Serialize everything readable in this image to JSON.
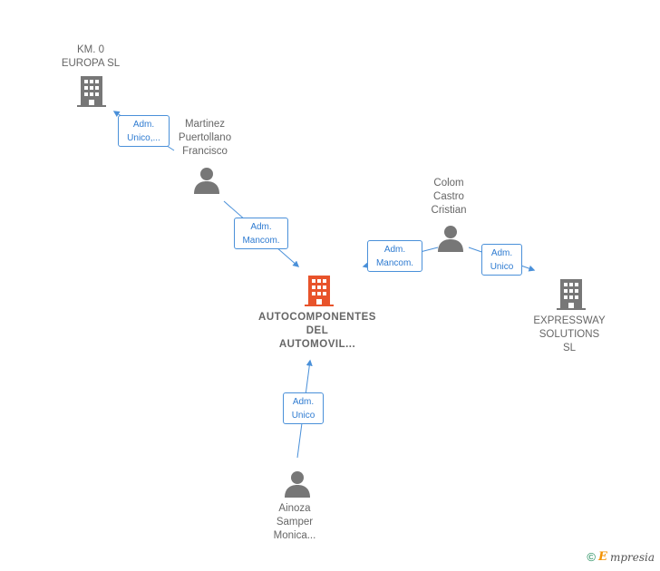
{
  "nodes": {
    "km0": {
      "label": "KM.  0\nEUROPA  SL",
      "type": "company"
    },
    "martinez": {
      "label": "Martinez\nPuertollano\nFrancisco",
      "type": "person"
    },
    "colom": {
      "label": "Colom\nCastro\nCristian",
      "type": "person"
    },
    "autocomponentes": {
      "label": "AUTOCOMPONENTES\nDEL\nAUTOMOVIL...",
      "type": "company-main"
    },
    "expressway": {
      "label": "EXPRESSWAY\nSOLUTIONS\nSL",
      "type": "company"
    },
    "ainoza": {
      "label": "Ainoza\nSamper\nMonica...",
      "type": "person"
    }
  },
  "edges": {
    "martinez_km0": "Adm.\nUnico,...",
    "martinez_auto": "Adm.\nMancom.",
    "colom_auto": "Adm.\nMancom.",
    "colom_express": "Adm.\nUnico",
    "ainoza_auto": "Adm.\nUnico"
  },
  "colors": {
    "edge": "#4a90d9",
    "icon_gray": "#777777",
    "icon_main": "#e8532b"
  },
  "footer": {
    "copyright": "©",
    "brand_initial": "E",
    "brand_rest": "mpresia"
  }
}
